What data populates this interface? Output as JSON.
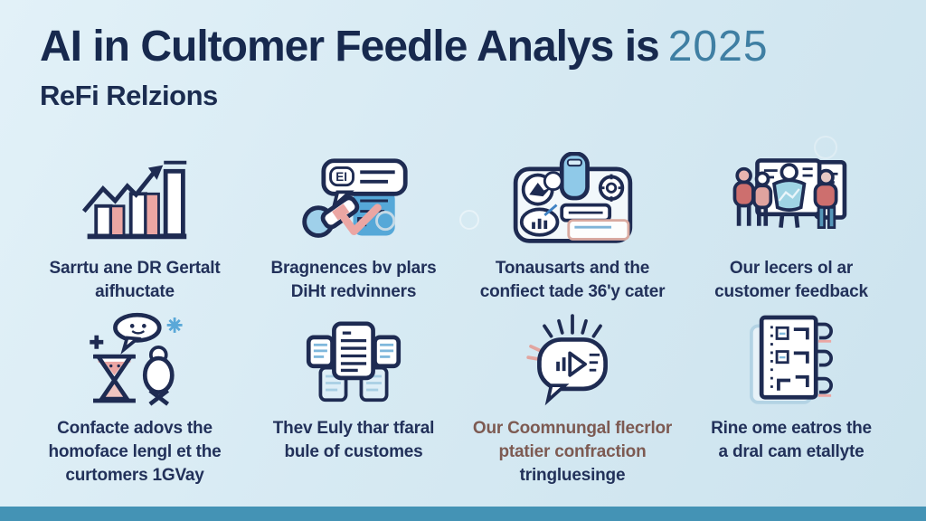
{
  "header": {
    "title": "AI in Cultomer Feedle Analys is",
    "year": "2025",
    "subtitle": "ReFi Relzions"
  },
  "colors": {
    "background_top": "#e2f1f8",
    "background_bottom": "#cce3ee",
    "title_navy": "#17294e",
    "year_teal": "#3f7fa3",
    "caption_navy": "#22315a",
    "caption_maroon": "#7d5a52",
    "footer_bar_teal": "#4493b5",
    "icon_outline_navy": "#1e2b52",
    "icon_pink": "#e9a6a3",
    "icon_blue": "#56a8d8",
    "icon_light_blue": "#9fd0ea"
  },
  "cells": [
    {
      "icon": "growth-bar-chart-icon",
      "lines": [
        "Sarrtu ane DR Gertalt",
        "aifhuctate"
      ]
    },
    {
      "icon": "feedback-review-icon",
      "lines": [
        "Bragnences bv plars",
        "DiHt redvinners"
      ]
    },
    {
      "icon": "analytics-dashboard-icon",
      "lines": [
        "Tonausarts and the",
        "confiect tade 36'y cater"
      ]
    },
    {
      "icon": "team-meeting-icon",
      "lines": [
        "Our lecers ol ar",
        "customer feedback"
      ]
    },
    {
      "icon": "hourglass-face-icon",
      "lines": [
        "Confacte adovs the",
        "homoface lengl et the",
        "curtomers 1GVay"
      ]
    },
    {
      "icon": "documents-stack-icon",
      "lines": [
        "Thev Euly thar tfaral",
        "bule of customes"
      ]
    },
    {
      "icon": "announcement-bubble-icon",
      "lines": [
        "Our Coomnungal flecrlor",
        "ptatier confraction",
        "tringluesinge"
      ]
    },
    {
      "icon": "checklist-document-icon",
      "lines": [
        "Rine ome eatros the",
        "a dral cam etallyte"
      ]
    }
  ]
}
